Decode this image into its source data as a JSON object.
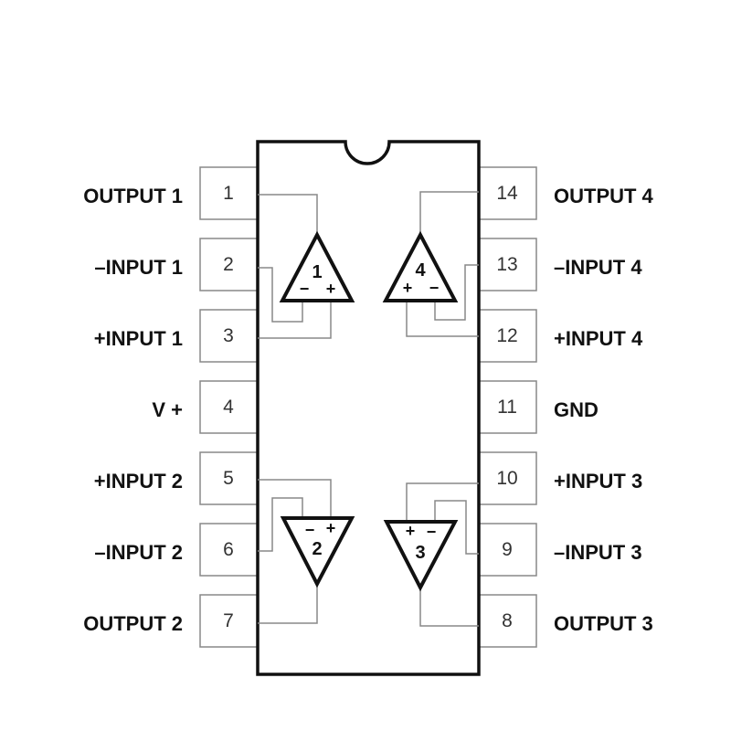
{
  "left_pins": [
    {
      "number": "1",
      "label": "OUTPUT 1"
    },
    {
      "number": "2",
      "label": "–INPUT 1"
    },
    {
      "number": "3",
      "label": "+INPUT 1"
    },
    {
      "number": "4",
      "label": "V +"
    },
    {
      "number": "5",
      "label": "+INPUT 2"
    },
    {
      "number": "6",
      "label": "–INPUT 2"
    },
    {
      "number": "7",
      "label": "OUTPUT 2"
    }
  ],
  "right_pins": [
    {
      "number": "14",
      "label": "OUTPUT 4"
    },
    {
      "number": "13",
      "label": "–INPUT 4"
    },
    {
      "number": "12",
      "label": "+INPUT 4"
    },
    {
      "number": "11",
      "label": "GND"
    },
    {
      "number": "10",
      "label": "+INPUT 3"
    },
    {
      "number": "9",
      "label": "–INPUT 3"
    },
    {
      "number": "8",
      "label": "OUTPUT 3"
    }
  ],
  "amplifiers": [
    {
      "id": "1",
      "minus": "−",
      "plus": "+"
    },
    {
      "id": "2",
      "minus": "−",
      "plus": "+"
    },
    {
      "id": "3",
      "minus": "−",
      "plus": "+"
    },
    {
      "id": "4",
      "minus": "−",
      "plus": "+"
    }
  ]
}
